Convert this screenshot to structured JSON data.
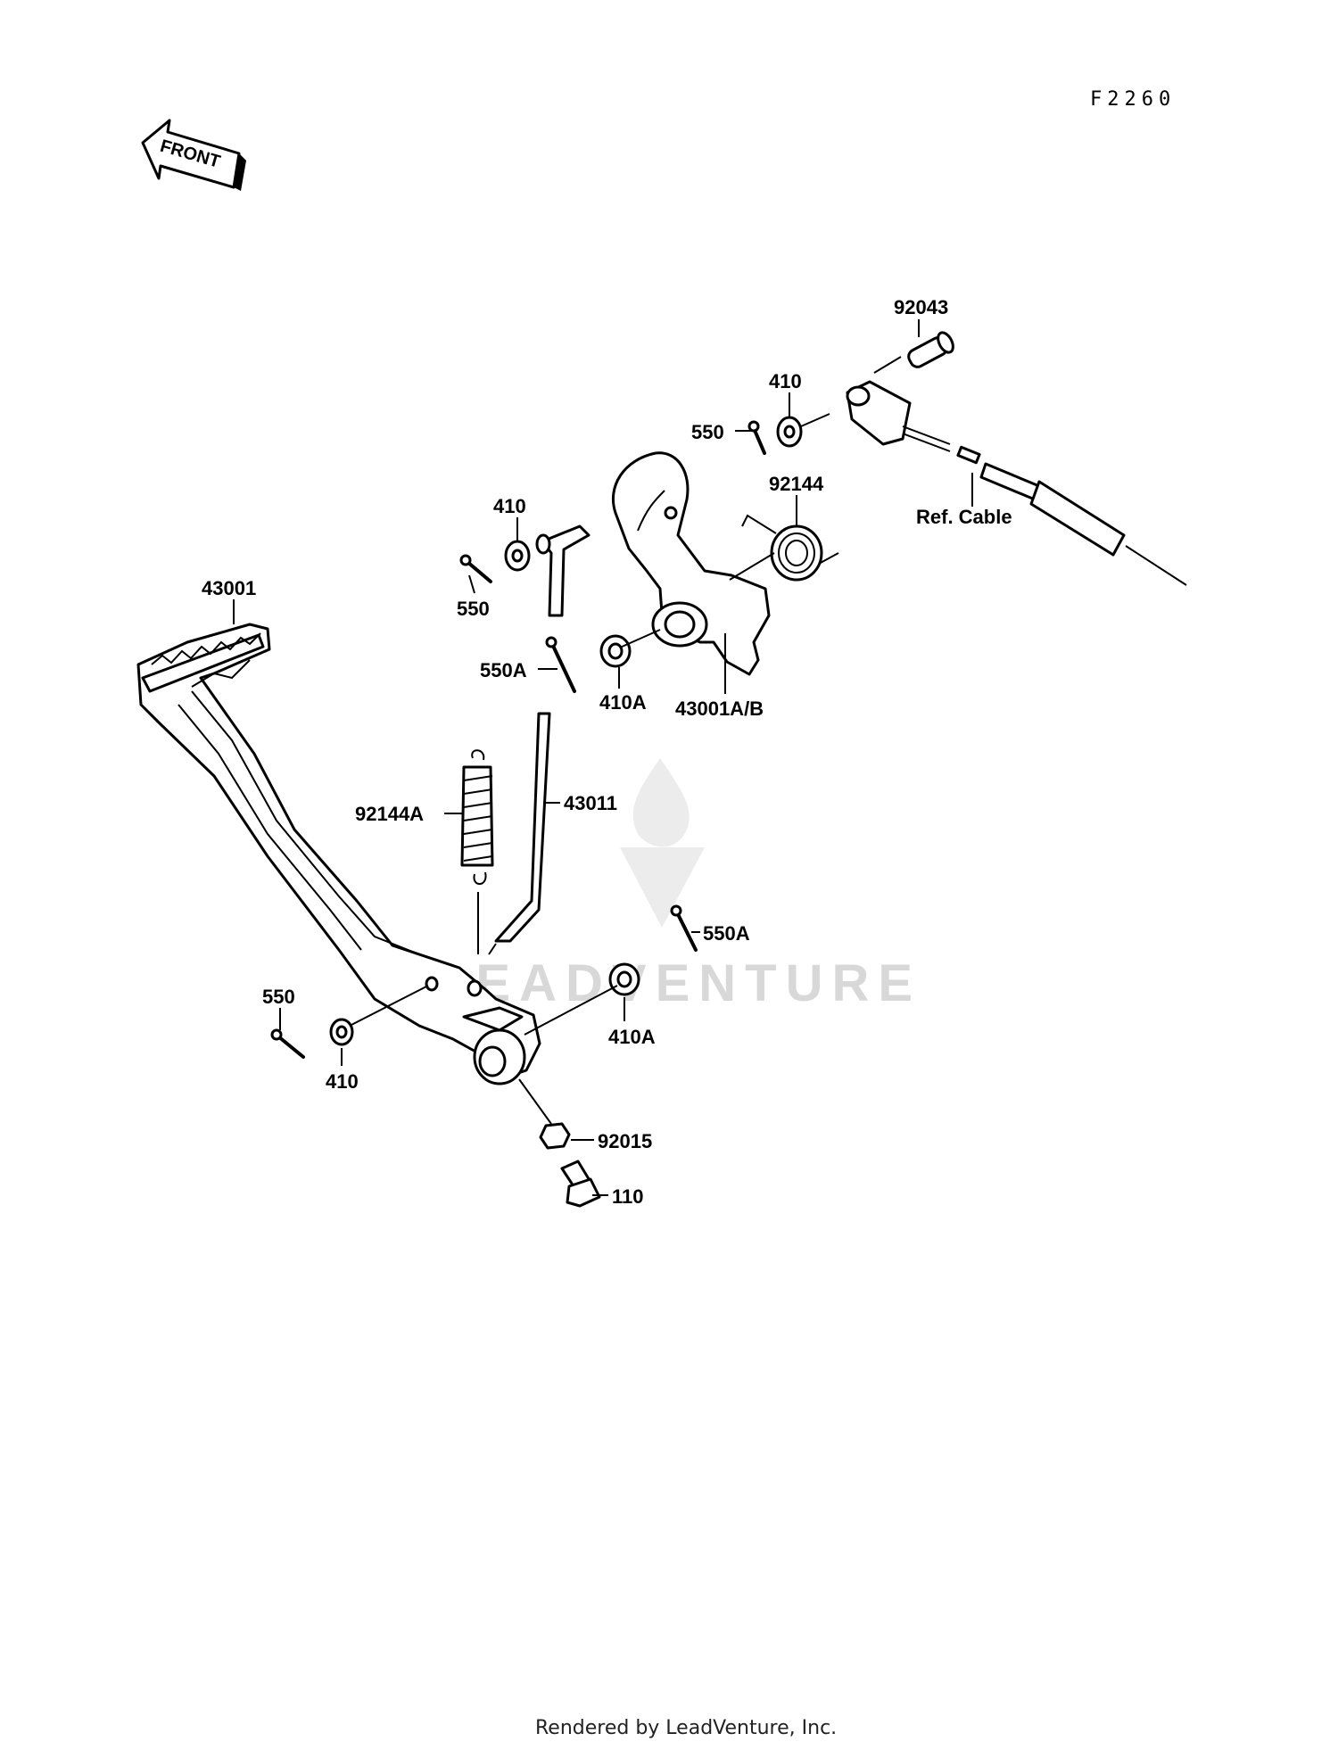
{
  "diagram_code": "F2260",
  "front_label": "FRONT",
  "watermark": "LEADVENTURE",
  "footer": "Rendered by LeadVenture, Inc.",
  "labels": {
    "p92043": "92043",
    "p410_top": "410",
    "p550_top": "550",
    "p92144": "92144",
    "ref_cable": "Ref. Cable",
    "p410_mid": "410",
    "p550_mid": "550",
    "p43001": "43001",
    "p550A_top": "550A",
    "p410A_top": "410A",
    "p43001AB": "43001A/B",
    "p92144A": "92144A",
    "p43011": "43011",
    "p550A_bot": "550A",
    "p550_bot": "550",
    "p410_bot": "410",
    "p410A_bot": "410A",
    "p92015": "92015",
    "p110": "110"
  }
}
